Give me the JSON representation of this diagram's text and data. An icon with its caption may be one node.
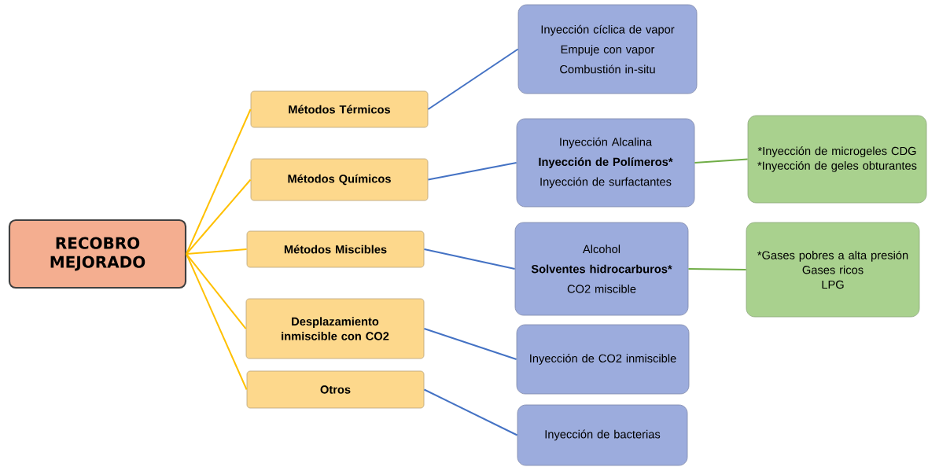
{
  "diagram": {
    "nodes": [
      {
        "text": [
          "RECOBRO MEJORADO"
        ]
      },
      {
        "text": [
          "Métodos Térmicos"
        ]
      },
      {
        "text": [
          "Métodos Químicos"
        ]
      },
      {
        "text": [
          "Métodos Miscibles"
        ]
      },
      {
        "text": [
          "Desplazamiento inmiscible con CO2"
        ]
      },
      {
        "text": [
          "Otros"
        ]
      },
      {
        "text": [
          "Inyección cíclica de vapor",
          "Empuje con vapor",
          "Combustión in-situ"
        ]
      },
      {
        "text": [
          "Inyección Alcalina",
          "Inyección de Polímeros*",
          "Inyección de surfactantes"
        ]
      },
      {
        "text": [
          "*Inyección de microgeles CDG",
          "*Inyección de geles obturantes"
        ]
      },
      {
        "text": [
          "Alcohol",
          "Solventes hidrocarburos*",
          "CO2 miscible"
        ]
      },
      {
        "text": [
          "*Gases pobres a alta presión",
          "Gases ricos",
          "LPG"
        ]
      },
      {
        "text": [
          "Inyección de CO2 inmiscible"
        ]
      },
      {
        "text": [
          "Inyección de bacterias"
        ]
      }
    ],
    "edges": [
      {
        "from": 0,
        "to": 1,
        "arrow": "none",
        "color": "#ffc000"
      },
      {
        "from": 0,
        "to": 2,
        "arrow": "none",
        "color": "#ffc000"
      },
      {
        "from": 0,
        "to": 3,
        "arrow": "none",
        "color": "#ffc000"
      },
      {
        "from": 0,
        "to": 4,
        "arrow": "none",
        "color": "#ffc000"
      },
      {
        "from": 0,
        "to": 5,
        "arrow": "none",
        "color": "#ffc000"
      },
      {
        "from": 1,
        "to": 6,
        "arrow": "none",
        "color": "#4472c4"
      },
      {
        "from": 2,
        "to": 7,
        "arrow": "none",
        "color": "#4472c4"
      },
      {
        "from": 3,
        "to": 9,
        "arrow": "none",
        "color": "#4472c4"
      },
      {
        "from": 4,
        "to": 11,
        "arrow": "none",
        "color": "#4472c4"
      },
      {
        "from": 5,
        "to": 12,
        "arrow": "none",
        "color": "#4472c4"
      },
      {
        "from": 7,
        "to": 8,
        "arrow": "none",
        "color": "#70ad47"
      },
      {
        "from": 9,
        "to": 10,
        "arrow": "none",
        "color": "#70ad47"
      }
    ]
  }
}
